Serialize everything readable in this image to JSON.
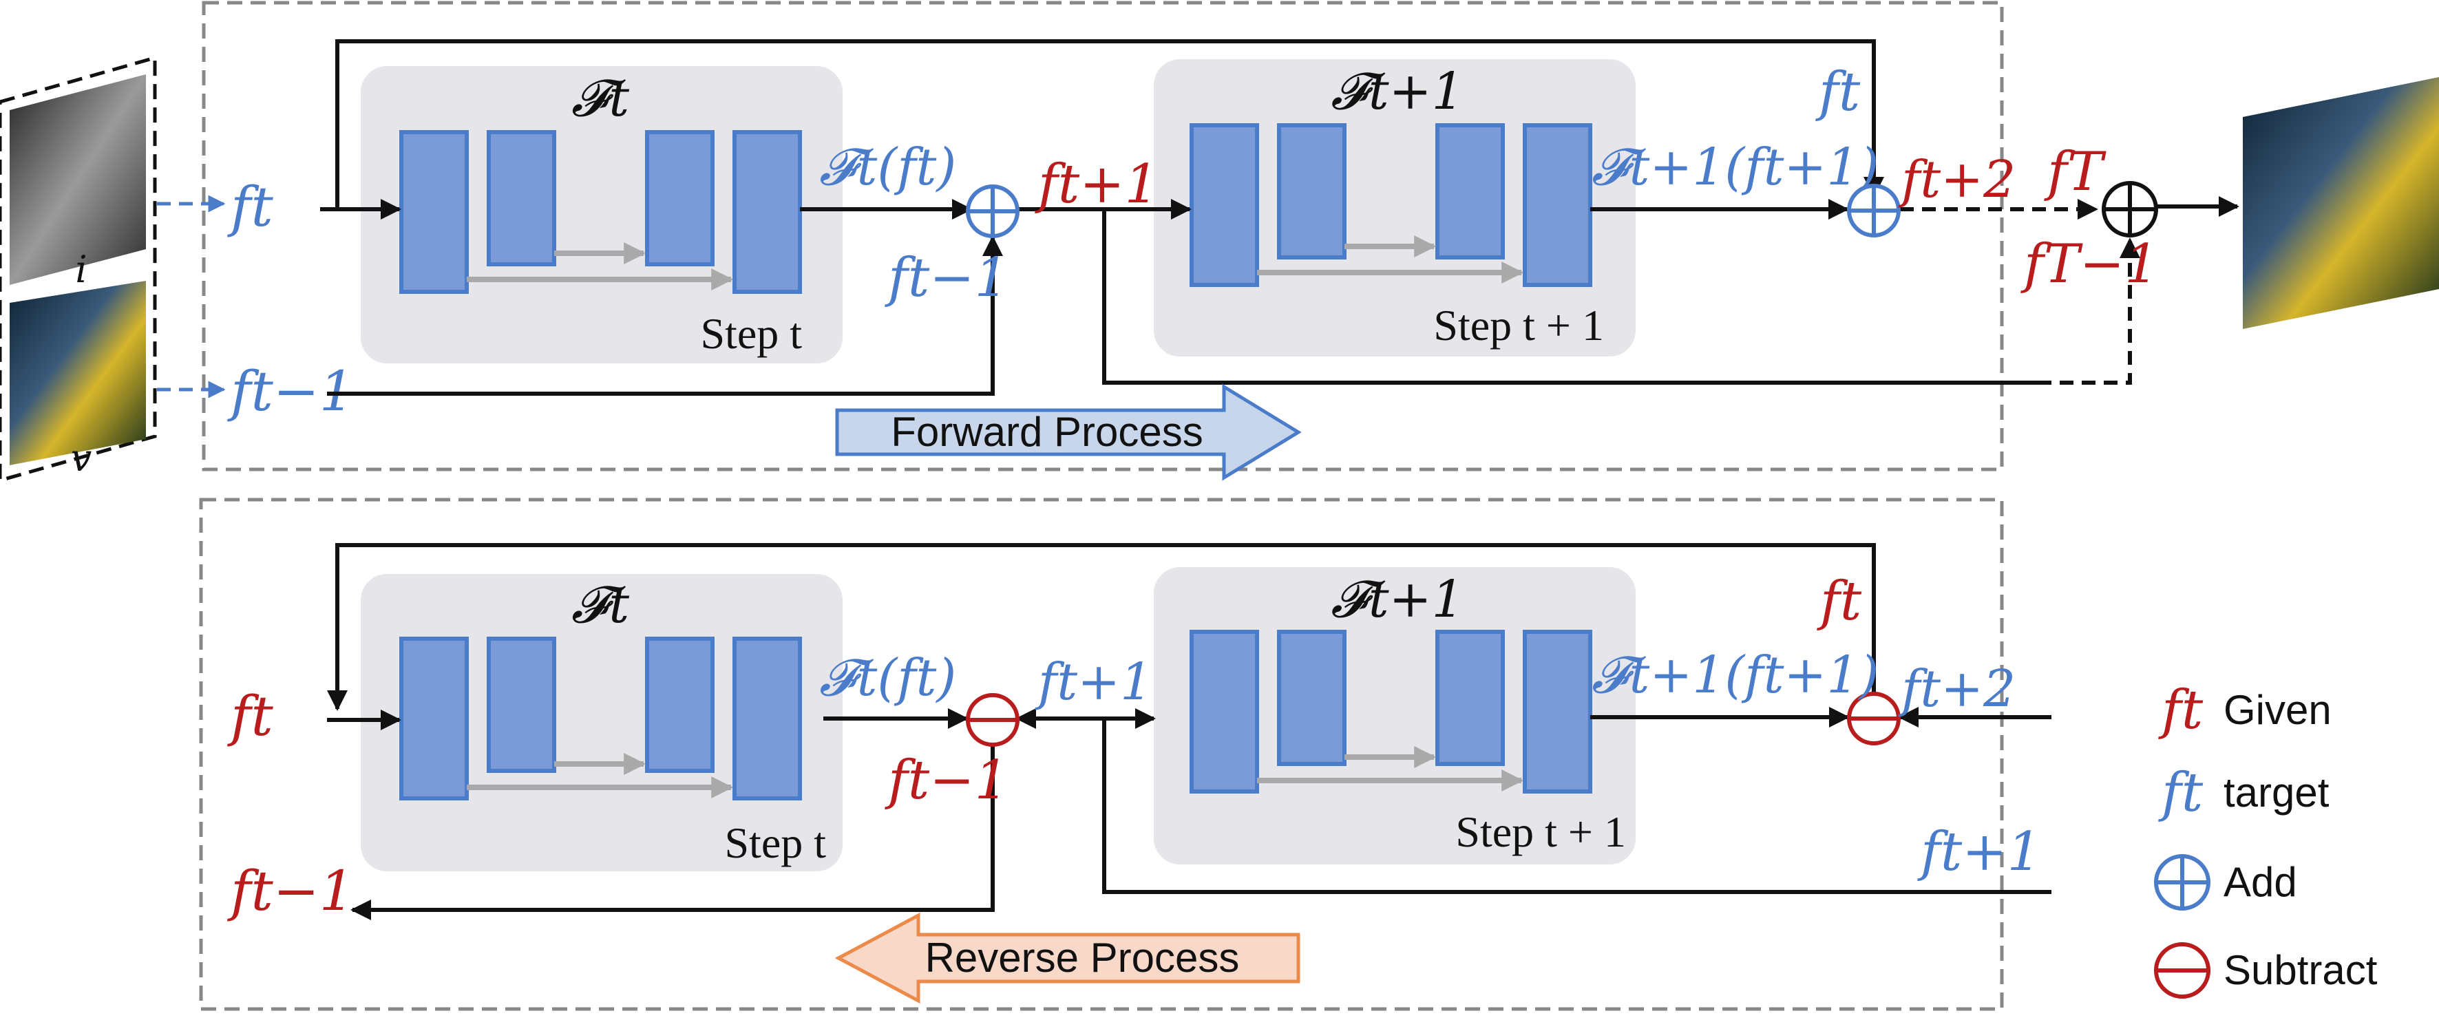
{
  "forward": {
    "block_a": {
      "name": "𝓕t",
      "step": "Step t"
    },
    "block_b": {
      "name": "𝓕t+1",
      "step": "Step t + 1"
    },
    "input_ft": "ft",
    "input_ft_1": "ft−1",
    "out_a": "𝓕t(ft)",
    "out_b": "𝓕t+1(ft+1)",
    "node_a_in": "ft−1",
    "node_a_out": "ft+1",
    "skip_label": "ft",
    "node_b_out": "ft+2",
    "final_top": "fT",
    "final_bot": "fT−1",
    "banner": "Forward Process",
    "img_i_label": "i",
    "img_v_label": "v"
  },
  "reverse": {
    "block_a": {
      "name": "𝓕t",
      "step": "Step t"
    },
    "block_b": {
      "name": "𝓕t+1",
      "step": "Step t + 1"
    },
    "input_ft": "ft",
    "output_ft_1": "ft−1",
    "out_a": "𝓕t(ft)",
    "out_b": "𝓕t+1(ft+1)",
    "node_a_out": "ft−1",
    "node_a_side": "ft+1",
    "node_b_top": "ft",
    "node_b_in": "ft+2",
    "right_bottom": "ft+1",
    "banner": "Reverse Process"
  },
  "legend": {
    "given_symbol": "ft",
    "given_label": "Given",
    "target_symbol": "ft",
    "target_label": "target",
    "add_label": "Add",
    "subtract_label": "Subtract"
  },
  "colors": {
    "given": "#b81c1c",
    "target": "#4a7cc9",
    "block": "#7a9bd8",
    "panel": "#e6e6ea",
    "arrow": "#111111"
  }
}
